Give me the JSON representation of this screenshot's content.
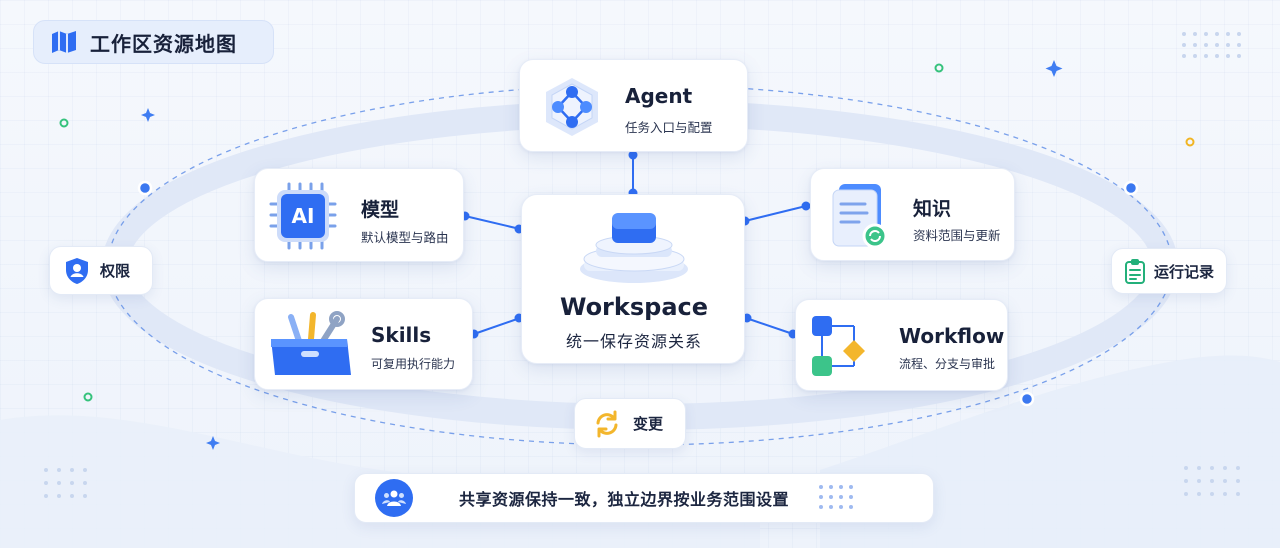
{
  "header": {
    "title": "工作区资源地图"
  },
  "center": {
    "title": "Workspace",
    "subtitle": "统一保存资源关系"
  },
  "nodes": {
    "agent": {
      "title": "Agent",
      "subtitle": "任务入口与配置"
    },
    "model": {
      "title": "模型",
      "subtitle": "默认模型与路由"
    },
    "knowledge": {
      "title": "知识",
      "subtitle": "资料范围与更新"
    },
    "skills": {
      "title": "Skills",
      "subtitle": "可复用执行能力"
    },
    "workflow": {
      "title": "Workflow",
      "subtitle": "流程、分支与审批"
    }
  },
  "ring_labels": {
    "permissions": "权限",
    "run_log": "运行记录",
    "changes": "变更"
  },
  "ai_chip_text": "AI",
  "footer": {
    "text": "共享资源保持一致，独立边界按业务范围设置"
  },
  "colors": {
    "accent": "#2f6df2",
    "accent_light": "#4d8cff",
    "yellow": "#f3b62c",
    "green": "#3cc48a"
  }
}
